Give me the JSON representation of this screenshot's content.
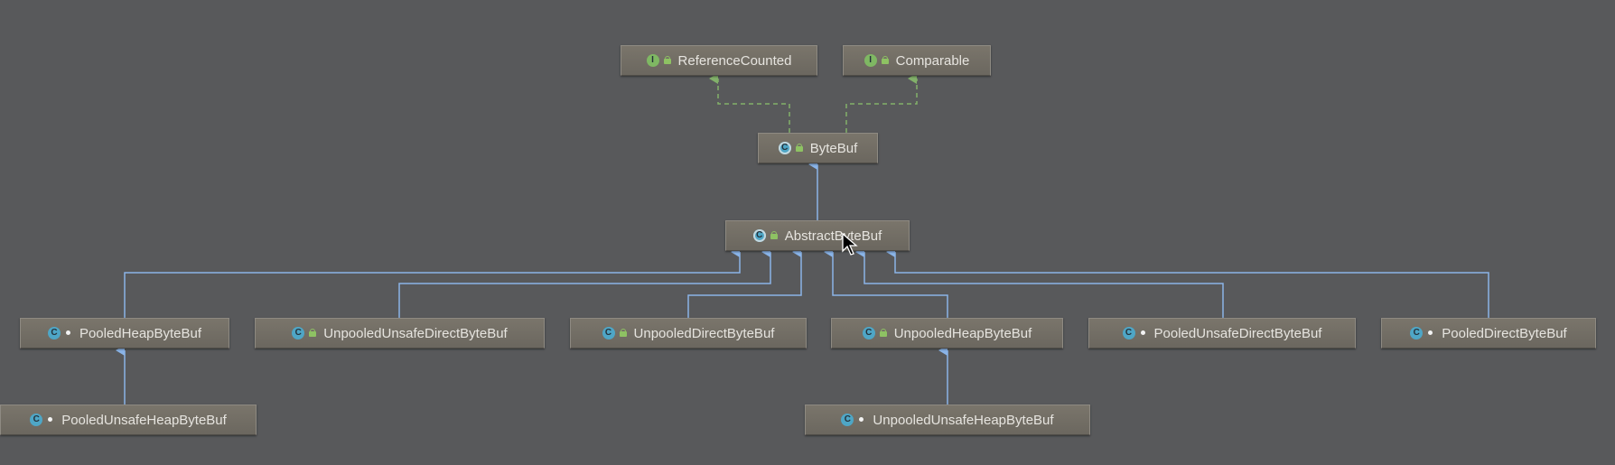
{
  "diagram": {
    "nodes": {
      "reference_counted": {
        "label": "ReferenceCounted",
        "kind": "I",
        "kind_type": "interface"
      },
      "comparable": {
        "label": "Comparable",
        "kind": "I",
        "kind_type": "interface"
      },
      "byte_buf": {
        "label": "ByteBuf",
        "kind": "C",
        "kind_type": "abstract"
      },
      "abstract_byte_buf": {
        "label": "AbstractByteBuf",
        "kind": "C",
        "kind_type": "abstract"
      },
      "pooled_heap_byte_buf": {
        "label": "PooledHeapByteBuf",
        "kind": "C",
        "kind_type": "class"
      },
      "unpooled_unsafe_direct_byte_buf": {
        "label": "UnpooledUnsafeDirectByteBuf",
        "kind": "C",
        "kind_type": "class"
      },
      "unpooled_direct_byte_buf": {
        "label": "UnpooledDirectByteBuf",
        "kind": "C",
        "kind_type": "class"
      },
      "unpooled_heap_byte_buf": {
        "label": "UnpooledHeapByteBuf",
        "kind": "C",
        "kind_type": "class"
      },
      "pooled_unsafe_direct_byte_buf": {
        "label": "PooledUnsafeDirectByteBuf",
        "kind": "C",
        "kind_type": "class"
      },
      "pooled_direct_byte_buf": {
        "label": "PooledDirectByteBuf",
        "kind": "C",
        "kind_type": "class"
      },
      "pooled_unsafe_heap_byte_buf": {
        "label": "PooledUnsafeHeapByteBuf",
        "kind": "C",
        "kind_type": "class"
      },
      "unpooled_unsafe_heap_byte_buf": {
        "label": "UnpooledUnsafeHeapByteBuf",
        "kind": "C",
        "kind_type": "class"
      }
    },
    "edges": [
      {
        "from": "byte_buf",
        "to": "reference_counted",
        "type": "implements"
      },
      {
        "from": "byte_buf",
        "to": "comparable",
        "type": "implements"
      },
      {
        "from": "abstract_byte_buf",
        "to": "byte_buf",
        "type": "extends"
      },
      {
        "from": "pooled_heap_byte_buf",
        "to": "abstract_byte_buf",
        "type": "extends"
      },
      {
        "from": "unpooled_unsafe_direct_byte_buf",
        "to": "abstract_byte_buf",
        "type": "extends"
      },
      {
        "from": "unpooled_direct_byte_buf",
        "to": "abstract_byte_buf",
        "type": "extends"
      },
      {
        "from": "unpooled_heap_byte_buf",
        "to": "abstract_byte_buf",
        "type": "extends"
      },
      {
        "from": "pooled_unsafe_direct_byte_buf",
        "to": "abstract_byte_buf",
        "type": "extends"
      },
      {
        "from": "pooled_direct_byte_buf",
        "to": "abstract_byte_buf",
        "type": "extends"
      },
      {
        "from": "pooled_unsafe_heap_byte_buf",
        "to": "pooled_heap_byte_buf",
        "type": "extends"
      },
      {
        "from": "unpooled_unsafe_heap_byte_buf",
        "to": "unpooled_heap_byte_buf",
        "type": "extends"
      }
    ],
    "colors": {
      "background": "#58595b",
      "extends_edge": "#8ab4e8",
      "implements_edge": "#82b16a"
    }
  }
}
